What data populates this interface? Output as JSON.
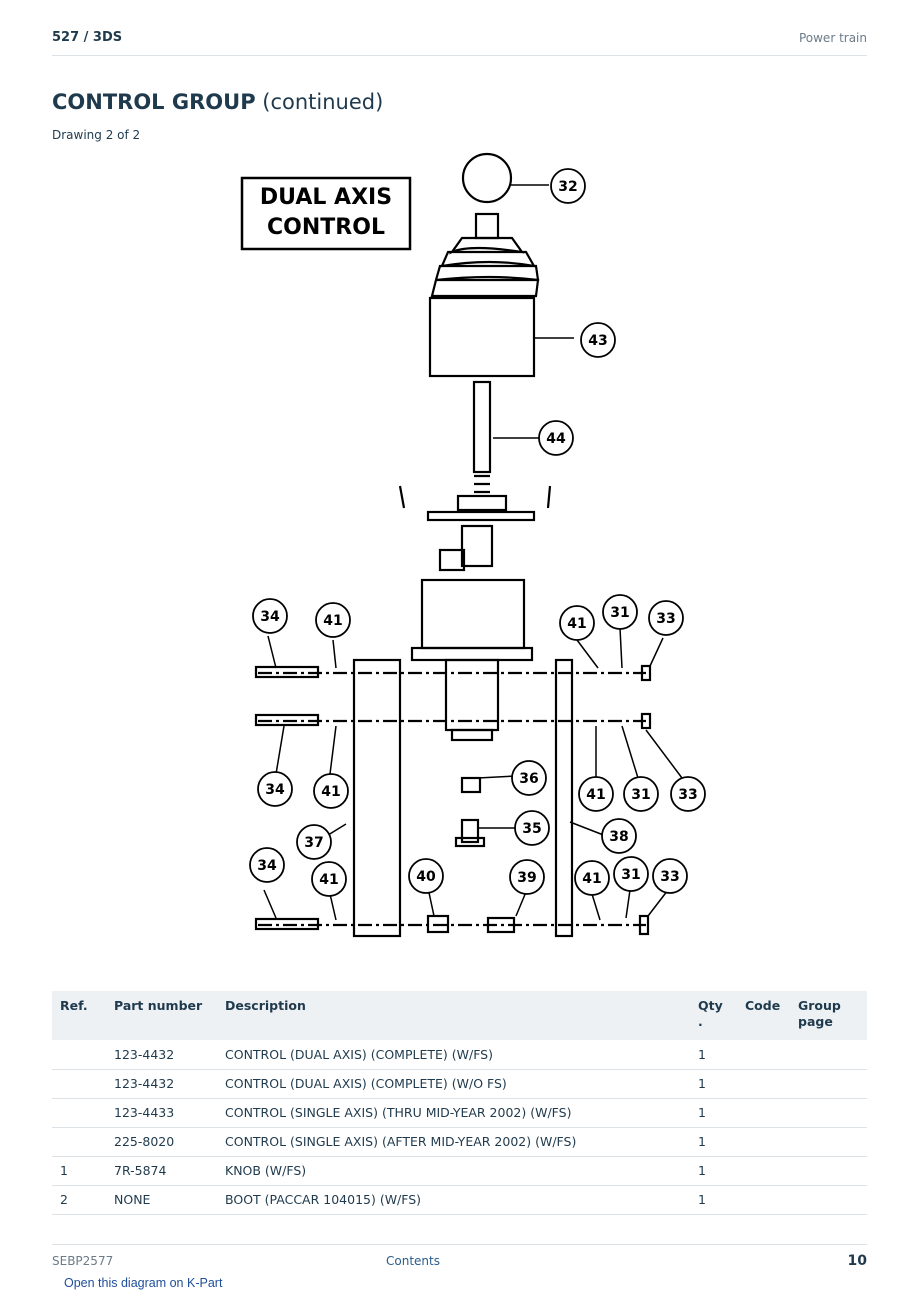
{
  "header": {
    "model": "527  /  3DS",
    "section": "Power train"
  },
  "title": {
    "bold": "CONTROL GROUP",
    "suffix": "(continued)"
  },
  "subtitle": "Drawing 2 of 2",
  "diagram": {
    "label_line1": "DUAL AXIS",
    "label_line2": "CONTROL",
    "callouts": [
      "32",
      "43",
      "44",
      "34",
      "41",
      "41",
      "31",
      "33",
      "34",
      "41",
      "41",
      "31",
      "33",
      "36",
      "35",
      "37",
      "38",
      "34",
      "41",
      "40",
      "39",
      "41",
      "31",
      "33"
    ]
  },
  "table": {
    "headers": {
      "ref": "Ref.",
      "part": "Part number",
      "desc": "Description",
      "qty": "Qty\n.",
      "code": "Code",
      "group": "Group page"
    },
    "rows": [
      {
        "ref": "",
        "part": "123-4432",
        "desc": "CONTROL (DUAL AXIS) (COMPLETE) (W/FS)",
        "qty": "1",
        "code": "",
        "group": ""
      },
      {
        "ref": "",
        "part": "123-4432",
        "desc": "CONTROL (DUAL AXIS) (COMPLETE) (W/O FS)",
        "qty": "1",
        "code": "",
        "group": ""
      },
      {
        "ref": "",
        "part": "123-4433",
        "desc": "CONTROL (SINGLE AXIS) (THRU MID-YEAR 2002) (W/FS)",
        "qty": "1",
        "code": "",
        "group": ""
      },
      {
        "ref": "",
        "part": "225-8020",
        "desc": "CONTROL (SINGLE AXIS) (AFTER MID-YEAR 2002) (W/FS)",
        "qty": "1",
        "code": "",
        "group": ""
      },
      {
        "ref": "1",
        "part": "7R-5874",
        "desc": "KNOB (W/FS)",
        "qty": "1",
        "code": "",
        "group": ""
      },
      {
        "ref": "2",
        "part": "NONE",
        "desc": "BOOT (PACCAR 104015) (W/FS)",
        "qty": "1",
        "code": "",
        "group": ""
      }
    ]
  },
  "footer": {
    "doc_id": "SEBP2577",
    "contents": "Contents",
    "page": "10"
  },
  "kpart_link": "Open this diagram on K-Part"
}
